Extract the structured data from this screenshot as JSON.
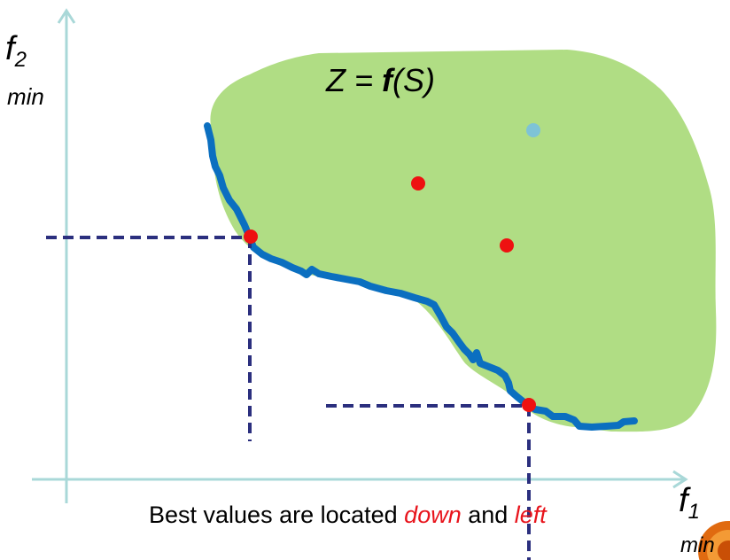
{
  "axes": {
    "y_symbol": "f",
    "y_subscript": "2",
    "y_qualifier": "min",
    "x_symbol": "f",
    "x_subscript": "1",
    "x_qualifier": "min"
  },
  "region_label": {
    "lhs": "Z = ",
    "func": "f",
    "arg": "(S)"
  },
  "caption": {
    "prefix": "Best values are located ",
    "word1": "down",
    "middle": " and ",
    "word2": "left"
  },
  "colors": {
    "axis": "#a9d8d8",
    "region": "#b0dd84",
    "front": "#0b6fc0",
    "point_red": "#ee1111",
    "point_blue": "#7ec3d6",
    "dashed": "#2b2f7e",
    "text_red": "#e8141c"
  }
}
